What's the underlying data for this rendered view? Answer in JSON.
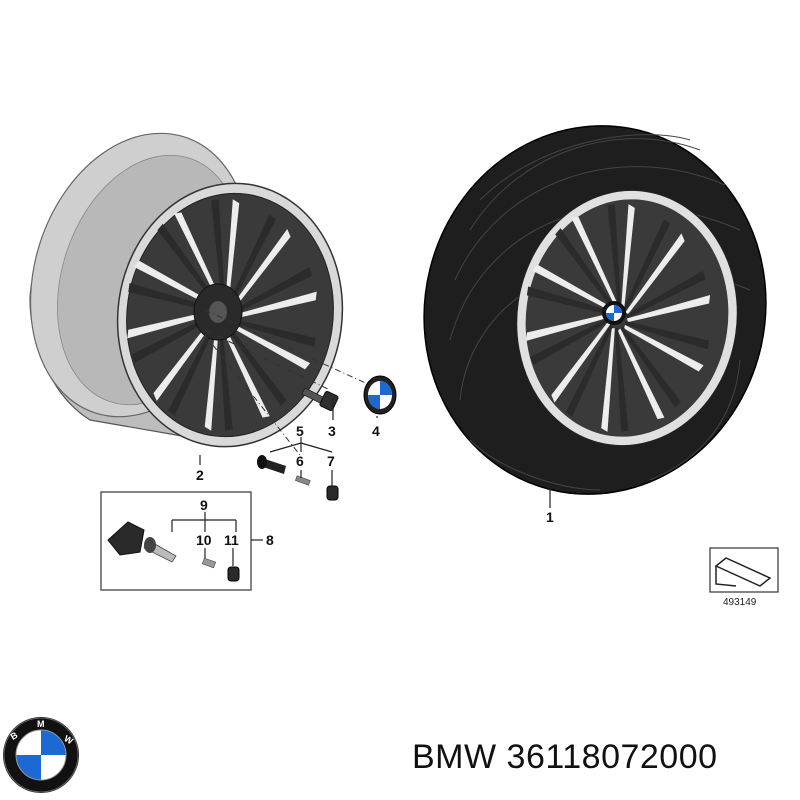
{
  "callouts": {
    "c1": "1",
    "c2": "2",
    "c3": "3",
    "c4": "4",
    "c5": "5",
    "c6": "6",
    "c7": "7",
    "c8": "8",
    "c9": "9",
    "c10": "10",
    "c11": "11"
  },
  "reference_code": "493149",
  "footer": {
    "brand": "BMW",
    "part_number": "36118072000"
  },
  "logo": {
    "lettering": "BMW",
    "colors": {
      "blue": "#1c69d4",
      "white": "#ffffff",
      "ring": "#111111"
    }
  },
  "colors": {
    "rim_silver": "#c9c9c9",
    "spoke_dark": "#333333",
    "tire_black": "#1e1e1e",
    "line": "#222222"
  }
}
